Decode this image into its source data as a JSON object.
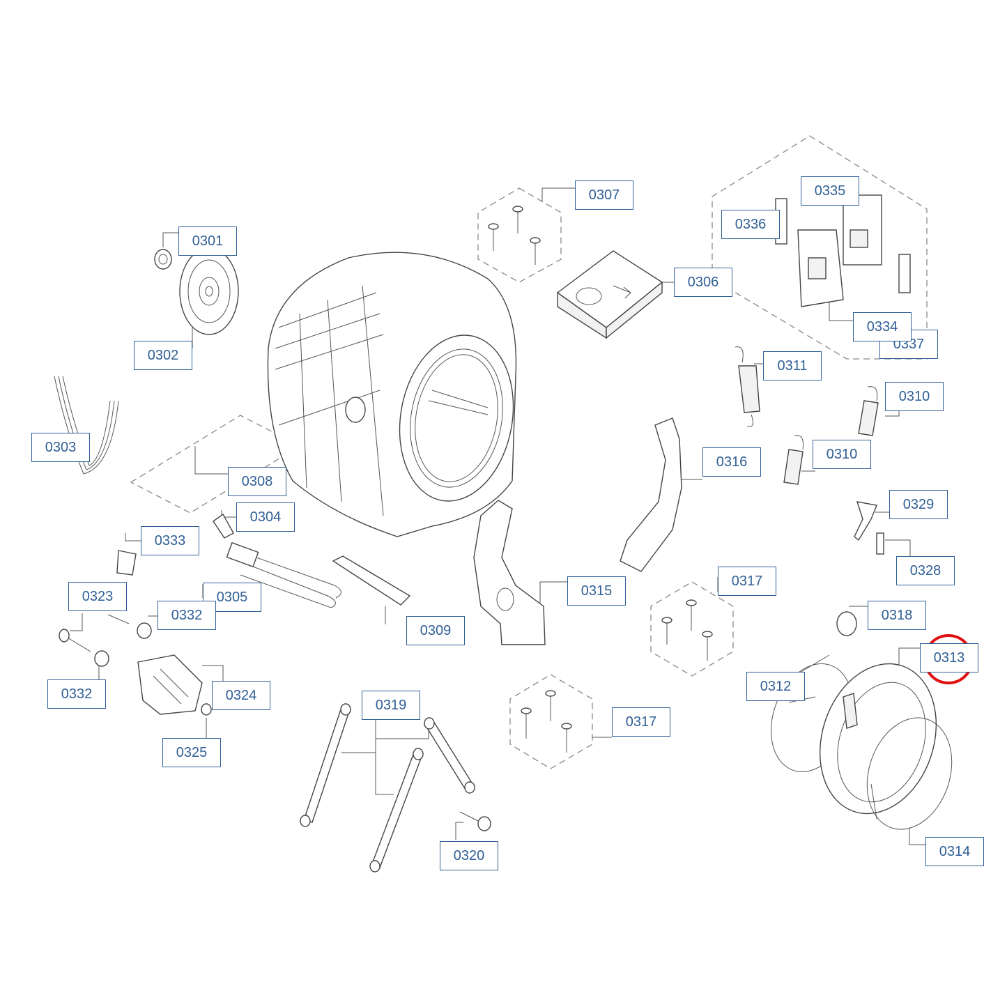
{
  "diagram": {
    "highlight_color": "#e01010",
    "label_color": "#2f5f96",
    "highlighted_part": "0313",
    "callouts": [
      {
        "id": "c0301",
        "label": "0301"
      },
      {
        "id": "c0302",
        "label": "0302"
      },
      {
        "id": "c0303",
        "label": "0303"
      },
      {
        "id": "c0304",
        "label": "0304"
      },
      {
        "id": "c0305",
        "label": "0305"
      },
      {
        "id": "c0306",
        "label": "0306"
      },
      {
        "id": "c0307",
        "label": "0307"
      },
      {
        "id": "c0308",
        "label": "0308"
      },
      {
        "id": "c0309",
        "label": "0309"
      },
      {
        "id": "c0310a",
        "label": "0310"
      },
      {
        "id": "c0310b",
        "label": "0310"
      },
      {
        "id": "c0311",
        "label": "0311"
      },
      {
        "id": "c0312",
        "label": "0312"
      },
      {
        "id": "c0313",
        "label": "0313"
      },
      {
        "id": "c0314",
        "label": "0314"
      },
      {
        "id": "c0315",
        "label": "0315"
      },
      {
        "id": "c0316",
        "label": "0316"
      },
      {
        "id": "c0317a",
        "label": "0317"
      },
      {
        "id": "c0317b",
        "label": "0317"
      },
      {
        "id": "c0318",
        "label": "0318"
      },
      {
        "id": "c0319",
        "label": "0319"
      },
      {
        "id": "c0320",
        "label": "0320"
      },
      {
        "id": "c0323",
        "label": "0323"
      },
      {
        "id": "c0324",
        "label": "0324"
      },
      {
        "id": "c0325",
        "label": "0325"
      },
      {
        "id": "c0328",
        "label": "0328"
      },
      {
        "id": "c0329",
        "label": "0329"
      },
      {
        "id": "c0332a",
        "label": "0332"
      },
      {
        "id": "c0332b",
        "label": "0332"
      },
      {
        "id": "c0333",
        "label": "0333"
      },
      {
        "id": "c0334",
        "label": "0334"
      },
      {
        "id": "c0335",
        "label": "0335"
      },
      {
        "id": "c0336",
        "label": "0336"
      },
      {
        "id": "c0337",
        "label": "0337"
      }
    ]
  }
}
